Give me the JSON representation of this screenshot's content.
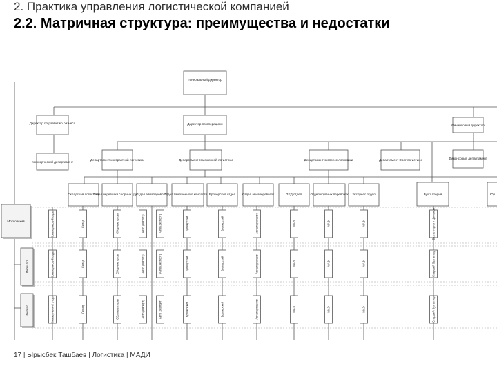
{
  "slide": {
    "section": "2. Практика управления логистической компанией",
    "title": "2.2. Матричная структура: преимущества и недостатки",
    "footer": "17 | Ырысбек Ташбаев | Логистика | МАДИ"
  },
  "org_chart": {
    "general_director": "Генеральный директор",
    "level2": {
      "left": "Директор по развитию бизнеса",
      "center": "Директор по операциям",
      "right": "Финансовый директор"
    },
    "level3": {
      "commercial": "Коммерческий департамент",
      "contract": "Департамент контрактной логистики",
      "customs": "Департамент таможенной логистики",
      "express": "Департамент экспресс логистики",
      "door": "Департамент Door логистики",
      "finance": "Финансовый департамент"
    },
    "level4": [
      "Складская логистика",
      "Отдел перевозки сборных грузов",
      "Отдел авиаперевозок",
      "Отдел таможенного консалтинга",
      "Брокерский отдел",
      "Отдел авиаперевозок",
      "ЗЕД отдел",
      "Отдел крупных перевозок",
      "Экспресс отдел",
      "Бухгалтерия",
      "Юр"
    ],
    "row_headers": [
      "Московский",
      "Филиал 1",
      "Филиал"
    ],
    "cells": {
      "rows": [
        [
          "Коммерческий отдел",
          "Склад",
          "Сборные грузы",
          "Авто (импорт)",
          "Авто (экспорт)",
          "Брокерский",
          "Брокерский",
          "Авиаперевозки",
          "МАЭ",
          "МАЭ",
          "МАЭ",
          "Бухгалтерия и финансы"
        ],
        [
          "Коммерческий отдел",
          "Склад",
          "Сборные грузы",
          "Авто (импорт)",
          "Авто (экспорт)",
          "Брокерский",
          "Брокерский",
          "Авиаперевозки",
          "МАЭ",
          "МАЭ",
          "МАЭ",
          "Старший бухгалтер"
        ],
        [
          "Коммерческий отдел",
          "Склад",
          "Сборные грузы",
          "Авто (импорт)",
          "Авто (экспорт)",
          "Брокерский",
          "Брокерский",
          "Авиаперевозки",
          "МАЭ",
          "МАЭ",
          "МАЭ",
          "Старший бухгалтер"
        ]
      ]
    }
  }
}
